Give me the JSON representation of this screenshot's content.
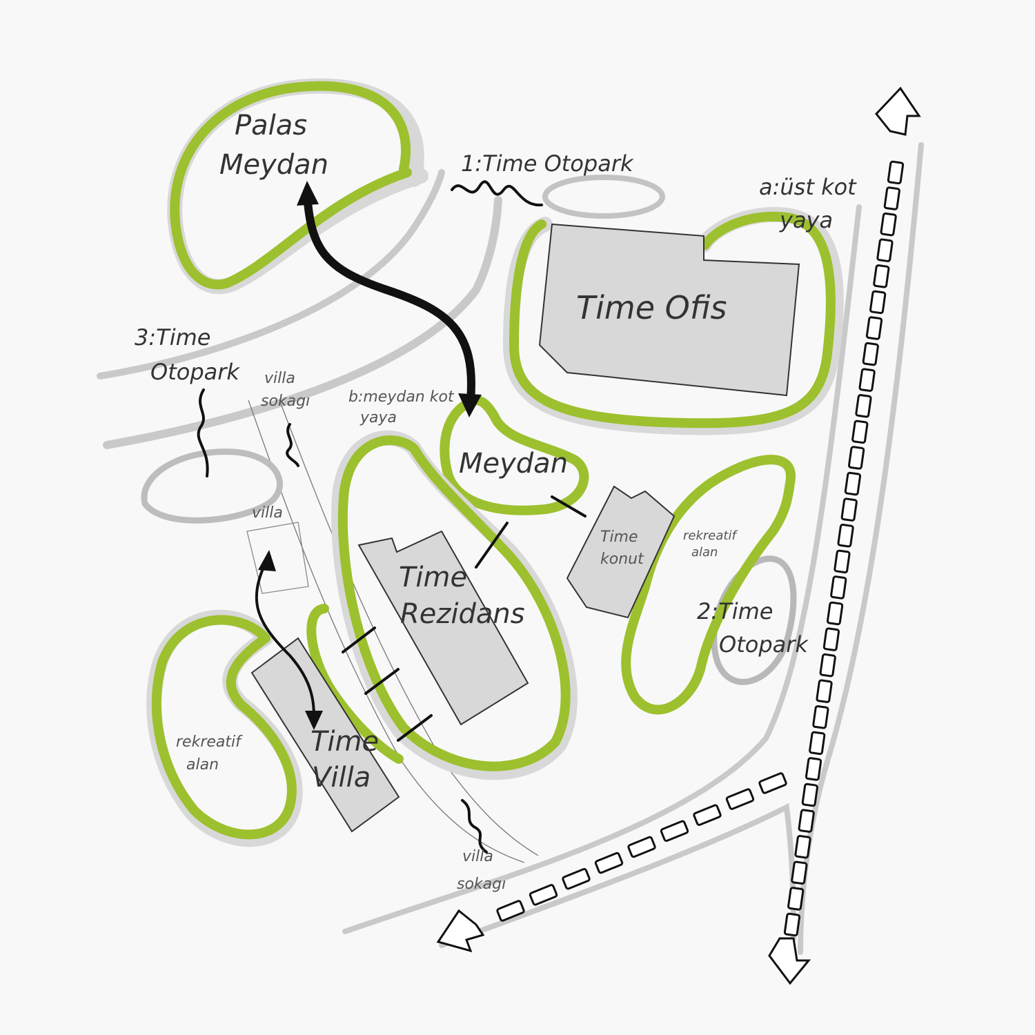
{
  "diagram": {
    "labels": {
      "palas_meydan": [
        "Palas",
        "Meydan"
      ],
      "otopark_1": "1:Time Otopark",
      "ust_kot_yaya": [
        "a:üst kot",
        "yaya"
      ],
      "time_ofis": "Time Ofis",
      "otopark_3": [
        "3:Time",
        "Otopark"
      ],
      "villa_sokagi_top": [
        "villa",
        "sokagı"
      ],
      "meydan_kot_yaya": [
        "b:meydan kot",
        "yaya"
      ],
      "meydan": "Meydan",
      "villa": "villa",
      "time_konut": [
        "Time",
        "konut"
      ],
      "rekreatif_right": [
        "rekreatif",
        "alan"
      ],
      "time_rezidans": [
        "Time",
        "Rezidans"
      ],
      "otopark_2": [
        "2:Time",
        "Otopark"
      ],
      "rekreatif_left": [
        "rekreatif",
        "alan"
      ],
      "time_villa": [
        "Time",
        "Villa"
      ],
      "villa_sokagi_bottom": [
        "villa",
        "sokagı"
      ]
    },
    "colors": {
      "green": "#9dc02e",
      "road_gray": "#c9c9c9",
      "building": "#d8d8d8",
      "background": "#f8f8f8"
    }
  }
}
